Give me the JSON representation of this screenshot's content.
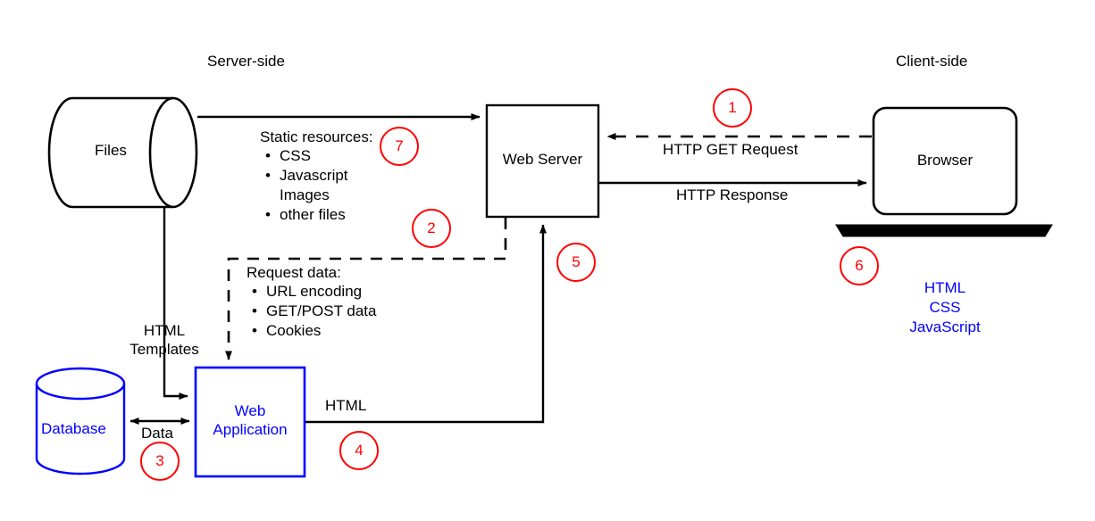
{
  "diagram": {
    "title_left": "Server-side",
    "title_right": "Client-side",
    "nodes": {
      "files": "Files",
      "database": "Database",
      "web_application_line1": "Web",
      "web_application_line2": "Application",
      "web_server": "Web Server",
      "browser": "Browser"
    },
    "edge_labels": {
      "static_resources_heading": "Static resources:",
      "static_resources_items": [
        "CSS",
        "Javascript",
        "Images",
        "other files"
      ],
      "request_data_heading": "Request data:",
      "request_data_items": [
        "URL encoding",
        "GET/POST data",
        "Cookies"
      ],
      "html_templates_line1": "HTML",
      "html_templates_line2": "Templates",
      "data": "Data",
      "html": "HTML",
      "http_get_request": "HTTP GET Request",
      "http_response": "HTTP Response"
    },
    "client_tech": [
      "HTML",
      "CSS",
      "JavaScript"
    ],
    "steps": [
      {
        "id": "1",
        "label": "1"
      },
      {
        "id": "2",
        "label": "2"
      },
      {
        "id": "3",
        "label": "3"
      },
      {
        "id": "4",
        "label": "4"
      },
      {
        "id": "5",
        "label": "5"
      },
      {
        "id": "6",
        "label": "6"
      },
      {
        "id": "7",
        "label": "7"
      }
    ],
    "colors": {
      "stroke": "#000000",
      "blue": "#0000ff",
      "red": "#ff0000",
      "background": "#ffffff"
    }
  }
}
